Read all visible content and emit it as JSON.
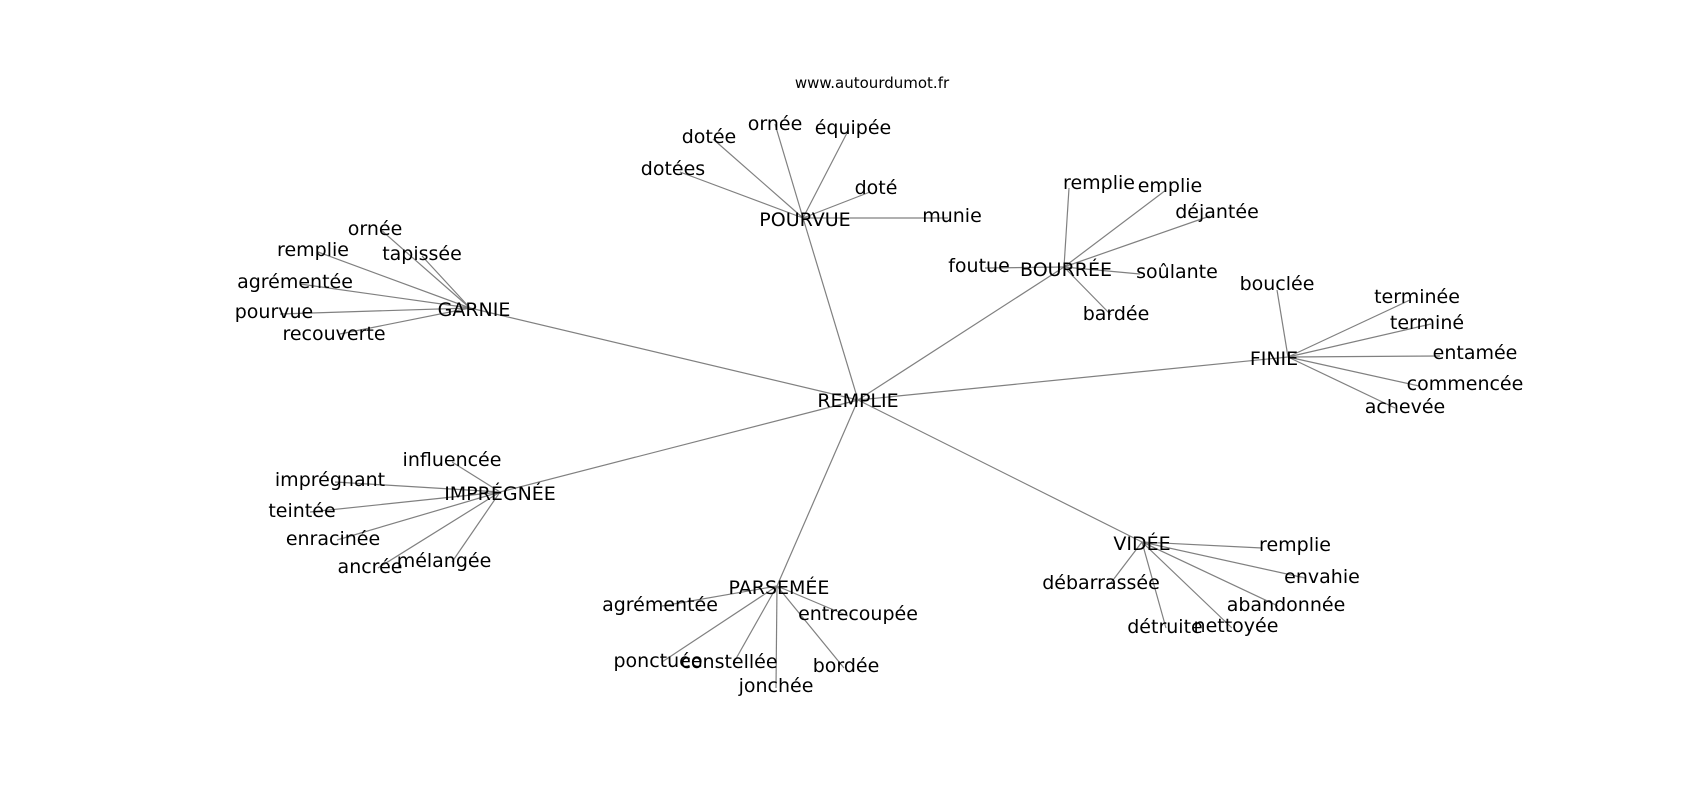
{
  "site": "www.autourdumot.fr",
  "center": "REMPLIE",
  "clusters": [
    {
      "hub": "POURVUE",
      "words": [
        "dotée",
        "ornée",
        "équipée",
        "dotées",
        "doté",
        "munie"
      ]
    },
    {
      "hub": "GARNIE",
      "words": [
        "ornée",
        "remplie",
        "tapissée",
        "agrémentée",
        "pourvue",
        "recouverte"
      ]
    },
    {
      "hub": "BOURRÉE",
      "words": [
        "remplie",
        "emplie",
        "déjantée",
        "foutue",
        "soûlante",
        "bardée"
      ]
    },
    {
      "hub": "FINIE",
      "words": [
        "bouclée",
        "terminée",
        "terminé",
        "entamée",
        "commencée",
        "achevée"
      ]
    },
    {
      "hub": "IMPRÉGNÉE",
      "words": [
        "influencée",
        "imprégnant",
        "teintée",
        "enracinée",
        "ancrée",
        "mélangée"
      ]
    },
    {
      "hub": "PARSEMÉE",
      "words": [
        "agrémentée",
        "entrecoupée",
        "ponctuée",
        "constellée",
        "bordée",
        "jonchée"
      ]
    },
    {
      "hub": "VIDÉE",
      "words": [
        "remplie",
        "débarrassée",
        "envahie",
        "abandonnée",
        "détruite",
        "nettoyée"
      ]
    }
  ]
}
